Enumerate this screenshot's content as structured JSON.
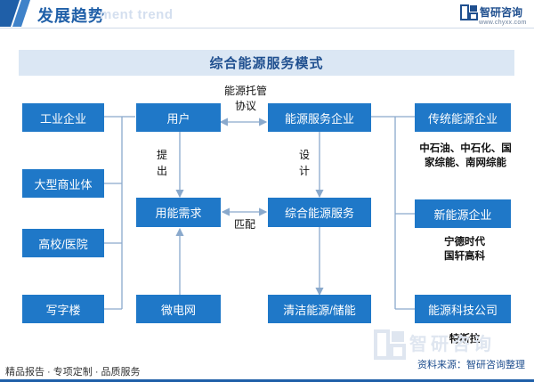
{
  "header": {
    "title": "发展趋势",
    "watermark": "ment trend",
    "logo_name": "智研咨询",
    "logo_url": "www.chyxx.com"
  },
  "diagram": {
    "title": "综合能源服务模式",
    "left_column": [
      "工业企业",
      "大型商业体",
      "高校/医院",
      "写字楼"
    ],
    "middle_column": {
      "user": "用户",
      "demand": "用能需求",
      "microgrid": "微电网"
    },
    "service_column": {
      "provider": "能源服务企业",
      "integrated": "综合能源服务",
      "clean": "清洁能源/储能"
    },
    "right_column": [
      "传统能源企业",
      "新能源企业",
      "能源科技公司"
    ],
    "labels": {
      "agreement_line1": "能源托管",
      "agreement_line2": "协议",
      "propose_1": "提",
      "propose_2": "出",
      "design_1": "设",
      "design_2": "计",
      "match": "匹配"
    },
    "examples": {
      "traditional_line1": "中石油、中石化、国",
      "traditional_line2": "家综能、南网综能",
      "new_line1": "宁德时代",
      "new_line2": "国轩高科",
      "tech": "特斯拉"
    },
    "colors": {
      "box": "#1f78c8",
      "banner": "#dbe7f4",
      "line": "#8aa9cc"
    }
  },
  "footer": {
    "left": "精品报告 · 专项定制 · 品质服务",
    "source": "资料来源：智研咨询整理",
    "watermark": "智研咨询"
  }
}
